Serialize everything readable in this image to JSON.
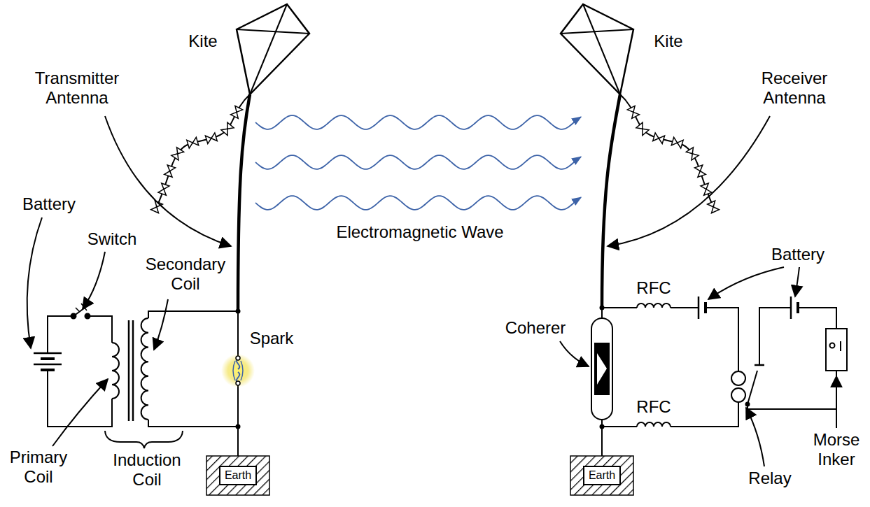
{
  "diagram": {
    "nodes": [
      {
        "text": [
          "Earth"
        ]
      },
      {
        "text": [
          "Earth"
        ]
      }
    ],
    "labels": [
      "Kite",
      "Kite",
      "Transmitter Antenna",
      "Receiver Antenna",
      "Battery",
      "Switch",
      "Secondary Coil",
      "Spark",
      "Electromagnetic Wave",
      "Battery",
      "Coherer",
      "RFC",
      "RFC",
      "Primary Coil",
      "Induction Coil",
      "Relay",
      "Morse Inker"
    ]
  }
}
